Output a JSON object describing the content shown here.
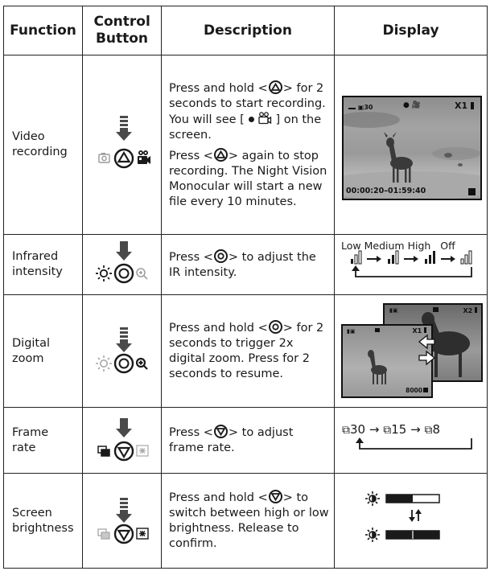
{
  "headers": {
    "function": "Function",
    "control": "Control Button",
    "description": "Description",
    "display": "Display"
  },
  "rows": [
    {
      "function": "Video recording",
      "desc1_a": "Press and hold <",
      "desc1_b": "> for 2 seconds to start recording. You will see [",
      "desc1_c": "] on the screen.",
      "desc2_a": "Press <",
      "desc2_b": "> again to stop recording. The Night Vision Monocular will start a new file every 10 minutes.",
      "screen": {
        "record_count": "30",
        "zoom": "X1",
        "timecode": "00:00:20–01:59:40"
      }
    },
    {
      "function": "Infrared intensity",
      "desc_a": "Press <",
      "desc_b": "> to adjust the IR intensity.",
      "levels": [
        "Low",
        "Medium",
        "High",
        "Off"
      ]
    },
    {
      "function": "Digital zoom",
      "desc_a": "Press and hold <",
      "desc_b": "> for 2 seconds to trigger 2x digital zoom. Press for 2 seconds to resume.",
      "screen_front": {
        "zoom": "X1",
        "count": "8000"
      },
      "screen_back": {
        "zoom": "X2"
      }
    },
    {
      "function": "Frame rate",
      "desc_a": "Press <",
      "desc_b": "> to adjust frame rate.",
      "rates": [
        "30",
        "15",
        "8"
      ]
    },
    {
      "function": "Screen brightness",
      "desc_a": "Press and hold <",
      "desc_b": "> to switch between high or low brightness. Release to confirm.",
      "brightness_levels": {
        "low": 0.5,
        "high": 1.0
      }
    }
  ],
  "icons": {
    "record_button": "triangle-up-circle-icon",
    "ir_button": "ring-circle-icon",
    "frame_button": "triangle-down-circle-icon"
  }
}
